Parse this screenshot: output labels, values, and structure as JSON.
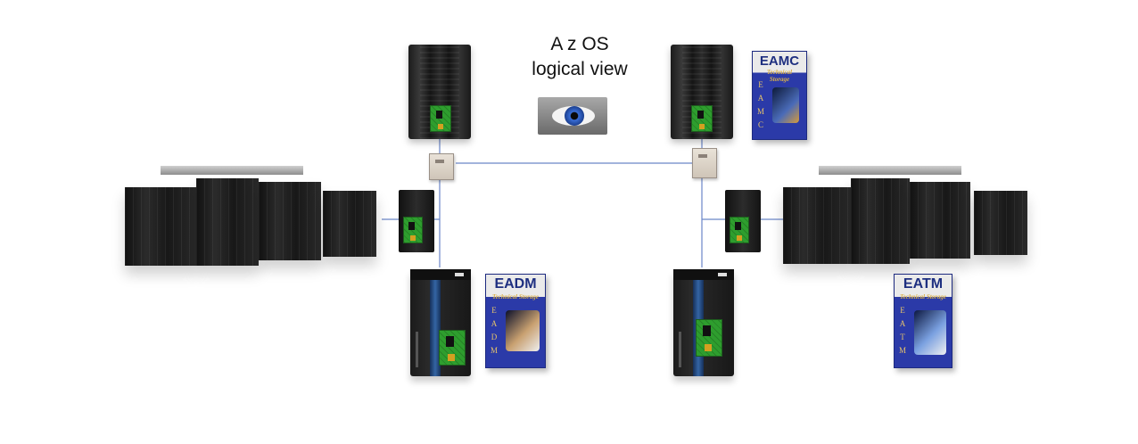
{
  "title": {
    "line1": "A  z OS",
    "line2": "logical view"
  },
  "products": {
    "eamc": {
      "name": "EAMC",
      "subtitle": "Technical Storage",
      "vertical_letters": [
        "E",
        "A",
        "M",
        "C"
      ]
    },
    "eadm": {
      "name": "EADM",
      "subtitle": "Technical Storage",
      "vertical_letters": [
        "E",
        "A",
        "D",
        "M"
      ]
    },
    "eatm": {
      "name": "EATM",
      "subtitle": "Technical Storage",
      "vertical_letters": [
        "E",
        "A",
        "T",
        "M"
      ]
    }
  },
  "colors": {
    "link_line": "#6b86c8",
    "product_blue": "#2b3aa8",
    "card_green": "#2e9e2e"
  },
  "icons": [
    "eye-icon",
    "mainframe-icon",
    "switch-icon",
    "server-cluster-icon",
    "storage-icon",
    "pcb-card-icon",
    "product-box-icon"
  ]
}
